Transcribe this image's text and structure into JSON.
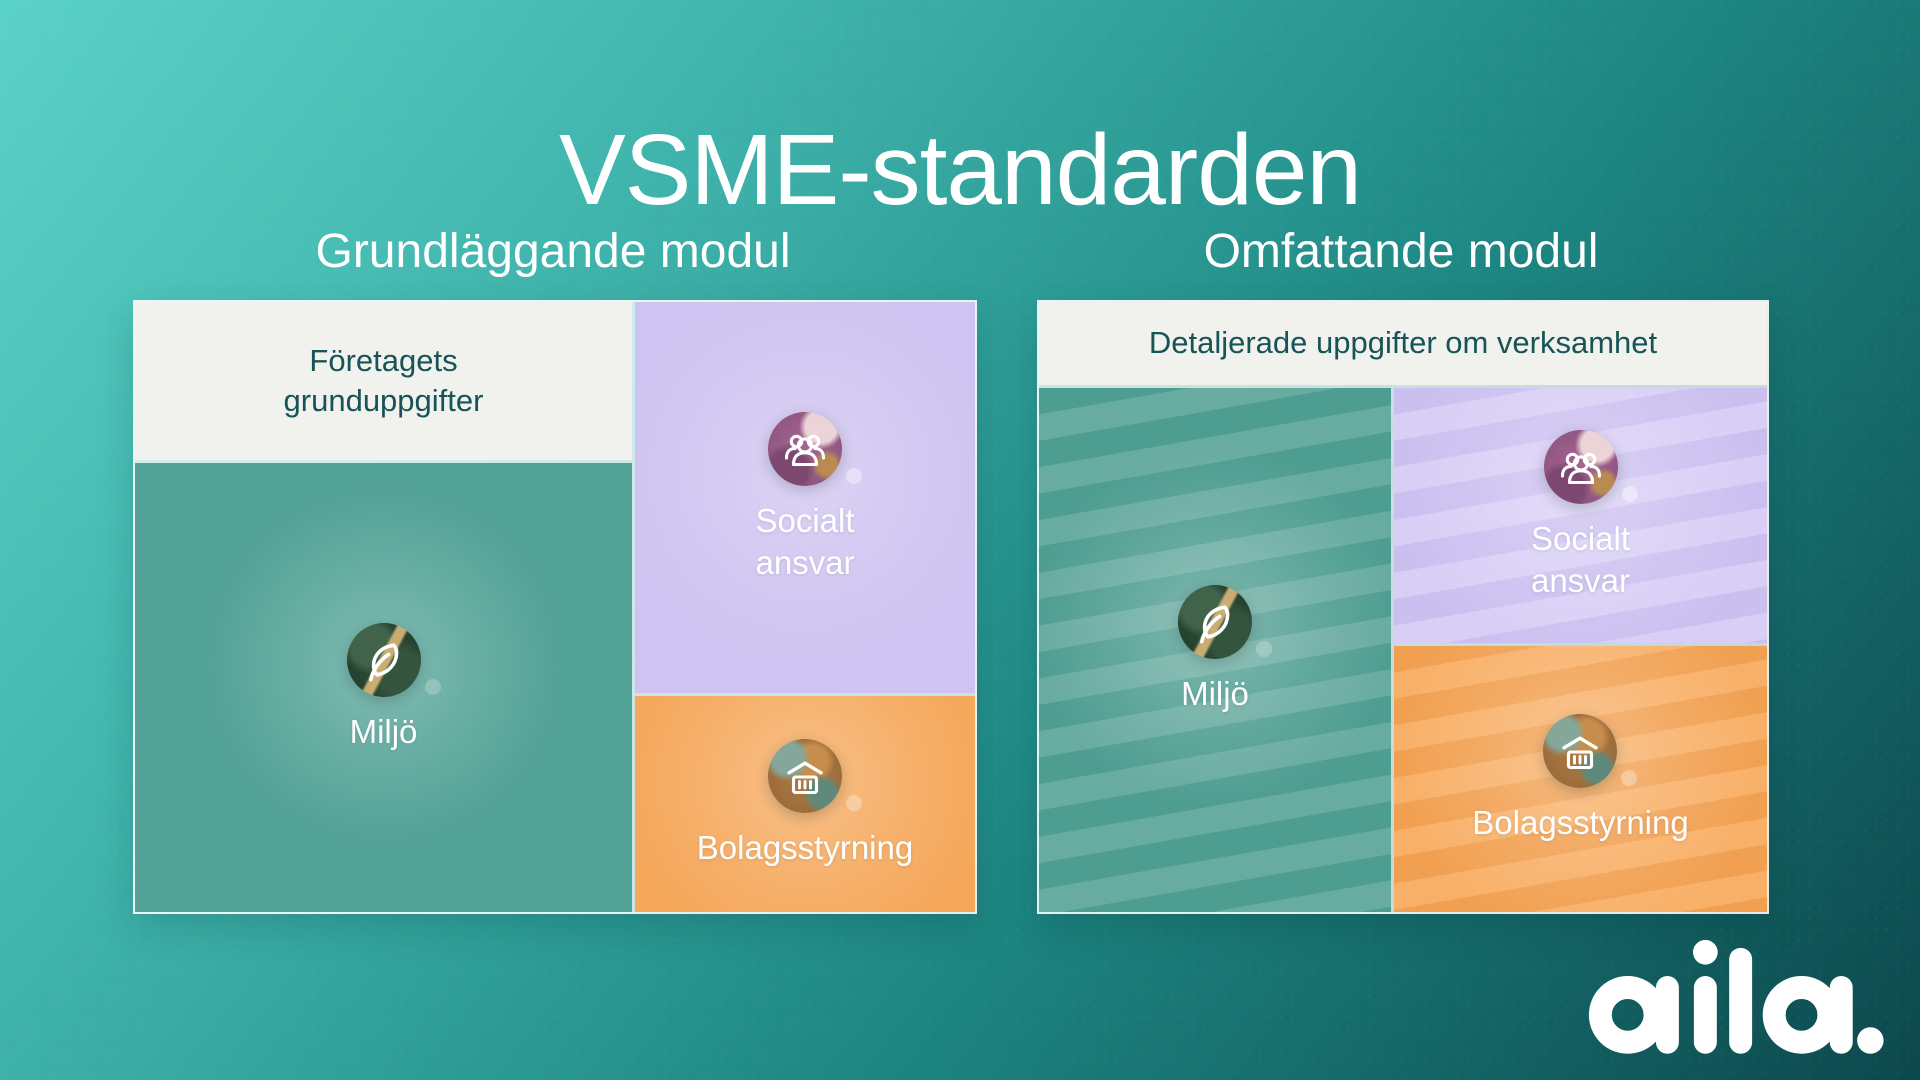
{
  "title": "VSME-standarden",
  "brand": {
    "logo_text": "aila."
  },
  "colors": {
    "background_start": "#5ad2c8",
    "background_end": "#0c484d",
    "teal_box": "#52a296",
    "teal_stripe_dark": "#4e9d91",
    "teal_stripe_light": "#68aba0",
    "purple_box": "#cfc3f1",
    "orange_box": "#f5a75a",
    "info_box": "#f1f1ed",
    "info_text": "#175457",
    "label_text": "#ffffff"
  },
  "icons": {
    "environment": "leaf-icon",
    "social": "people-icon",
    "governance": "bank-icon"
  },
  "modules": [
    {
      "heading": "Grundläggande modul",
      "info_label": "Företagets\ngrunduppgifter",
      "cells": [
        {
          "label": "Miljö",
          "icon": "leaf-icon"
        },
        {
          "label": "Socialt\nansvar",
          "icon": "people-icon"
        },
        {
          "label": "Bolagsstyrning",
          "icon": "bank-icon"
        }
      ]
    },
    {
      "heading": "Omfattande modul",
      "info_label": "Detaljerade uppgifter om verksamhet",
      "cells": [
        {
          "label": "Miljö",
          "icon": "leaf-icon"
        },
        {
          "label": "Socialt\nansvar",
          "icon": "people-icon"
        },
        {
          "label": "Bolagsstyrning",
          "icon": "bank-icon"
        }
      ]
    }
  ]
}
